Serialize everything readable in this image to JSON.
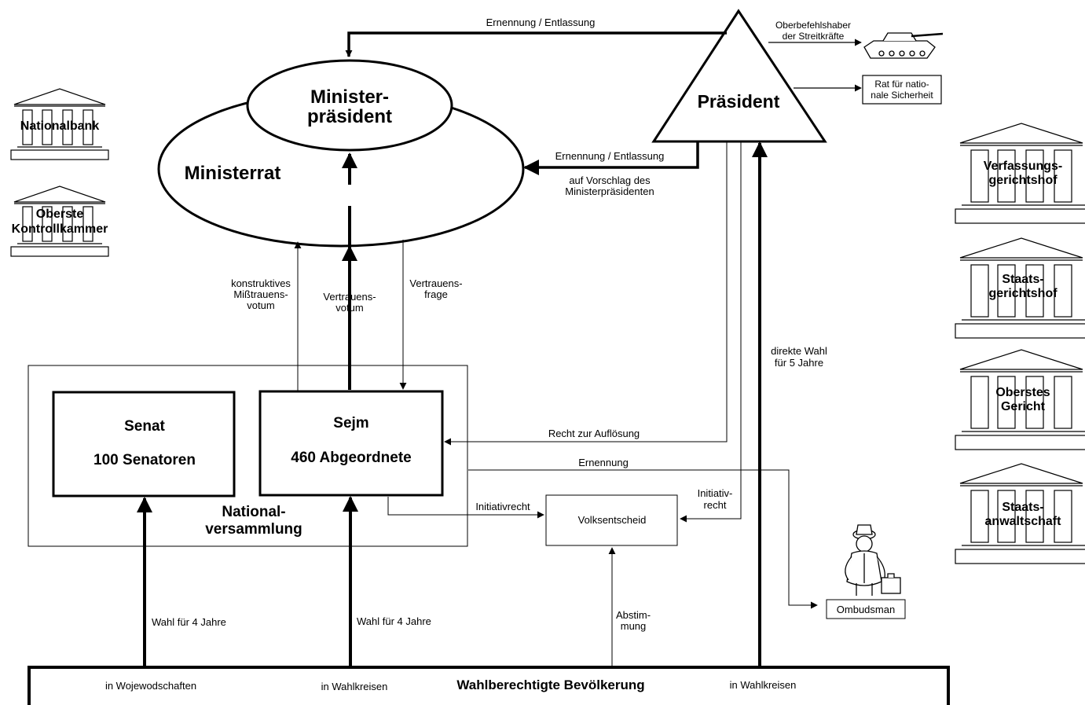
{
  "top_arrow_label": "Ernennung / Entlassung",
  "commander_label_1": "Oberbefehlshaber",
  "commander_label_2": "der Streitkräfte",
  "security_council_1": "Rat für natio-",
  "security_council_2": "nale Sicherheit",
  "president": "Präsident",
  "prime_minister_1": "Minister-",
  "prime_minister_2": "präsident",
  "council_of_ministers": "Ministerrat",
  "mid_arrow_label": "Ernennung / Entlassung",
  "on_proposal_1": "auf Vorschlag des",
  "on_proposal_2": "Ministerpräsidenten",
  "left_institutions": [
    {
      "line1": "Nationalbank",
      "line2": ""
    },
    {
      "line1": "Oberste",
      "line2": "Kontrollkammer"
    }
  ],
  "right_institutions": [
    {
      "line1": "Verfassungs-",
      "line2": "gerichtshof"
    },
    {
      "line1": "Staats-",
      "line2": "gerichtshof"
    },
    {
      "line1": "Oberstes",
      "line2": "Gericht"
    },
    {
      "line1": "Staats-",
      "line2": "anwaltschaft"
    }
  ],
  "constructive_vote_1": "konstruktives",
  "constructive_vote_2": "Mißtrauens-",
  "constructive_vote_3": "votum",
  "confidence_vote_1": "Vertrauens-",
  "confidence_vote_2": "votum",
  "confidence_question_1": "Vertrauens-",
  "confidence_question_2": "frage",
  "direct_election_1": "direkte Wahl",
  "direct_election_2": "für 5 Jahre",
  "senate_title": "Senat",
  "senate_members": "100 Senatoren",
  "sejm_title": "Sejm",
  "sejm_members": "460 Abgeordnete",
  "national_assembly_1": "National-",
  "national_assembly_2": "versammlung",
  "dissolution_right": "Recht zur Auflösung",
  "appointment": "Ernennung",
  "initiative_right": "Initiativrecht",
  "initiative_right_president_1": "Initiativ-",
  "initiative_right_president_2": "recht",
  "referendum": "Volksentscheid",
  "vote_1": "Abstim-",
  "vote_2": "mung",
  "ombudsman": "Ombudsman",
  "senate_election": "Wahl für 4 Jahre",
  "sejm_election": "Wahl für 4 Jahre",
  "electorate": "Wahlberechtigte Bevölkerung",
  "in_voivodeships": "in Wojewodschaften",
  "in_constituencies_1": "in Wahlkreisen",
  "in_constituencies_2": "in Wahlkreisen"
}
